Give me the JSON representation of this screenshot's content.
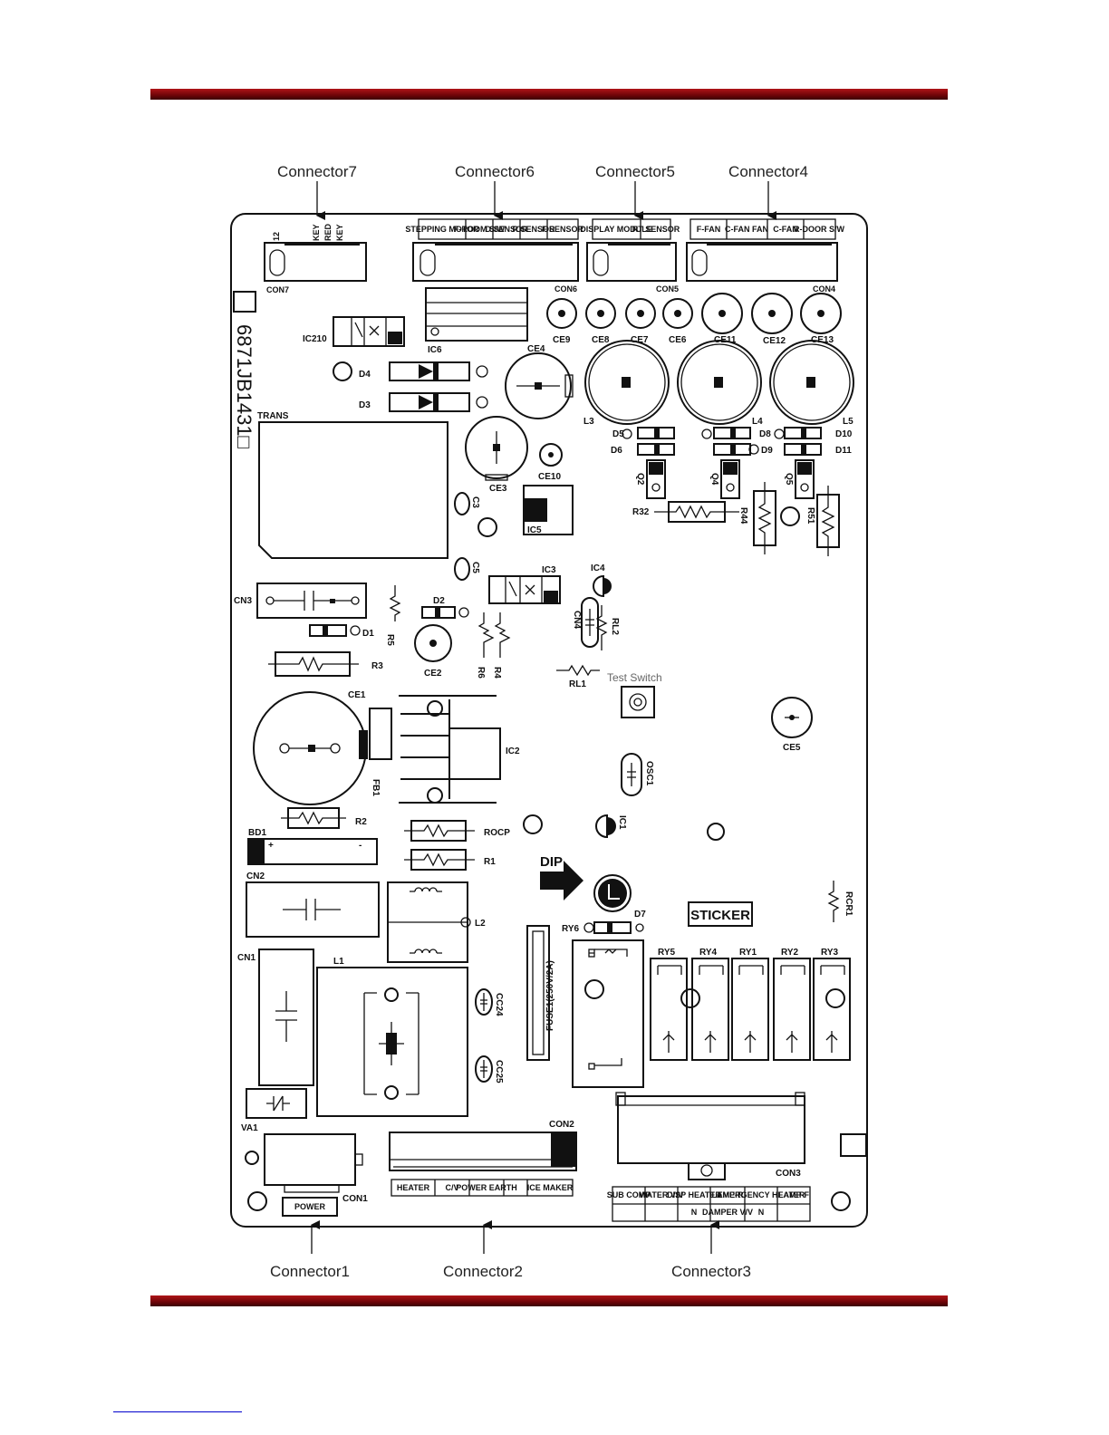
{
  "colors": {
    "rule": "#8b0a0e",
    "ink": "#111111",
    "test_switch": "#666666",
    "footnote": "#0000cc"
  },
  "board_number": "6871JB1431□",
  "top_connectors": [
    "Connector7",
    "Connector6",
    "Connector5",
    "Connector4"
  ],
  "bottom_connectors": [
    "Connector1",
    "Connector2",
    "Connector3"
  ],
  "con7_pins": [
    "12",
    "KEY",
    "RED",
    "KEY"
  ],
  "con6_pins": [
    "STEPPING MOTOR",
    "F-ROOM S/W",
    "D SENSOR",
    "R SENSOR",
    "F SENSOR"
  ],
  "con5_pins": [
    "DISPLAY MODULE",
    "RT SENSOR"
  ],
  "con4_pins": [
    "F-FAN",
    "C-FAN FAN",
    "C-FAN",
    "R-DOOR S/W"
  ],
  "con1_pins": [
    "POWER"
  ],
  "con2_pins": [
    "HEATER",
    "C/V",
    "POWER EARTH",
    "",
    "ICE MAKER"
  ],
  "con3_pins_top": [
    "SUB COMP",
    "WATER V/V",
    "DISP HEATER",
    "LAMP-R",
    "EMERGENCY HEATER",
    "LAMP-F"
  ],
  "con3_pins_bottom": [
    "",
    "",
    "N",
    "DAMPER V/V",
    "N",
    ""
  ],
  "labels": {
    "con7": "CON7",
    "con6": "CON6",
    "con5": "CON5",
    "con4": "CON4",
    "ic210": "IC210",
    "ic6": "IC6",
    "ce4": "CE4",
    "ce9": "CE9",
    "ce8": "CE8",
    "ce7": "CE7",
    "ce6": "CE6",
    "ce11": "CE11",
    "ce12": "CE12",
    "ce13": "CE13",
    "d4": "D4",
    "d3": "D3",
    "trans": "TRANS",
    "ce3": "CE3",
    "ce10": "CE10",
    "ic5": "IC5",
    "l3": "L3",
    "l4": "L4",
    "l5": "L5",
    "d5": "D5",
    "d6": "D6",
    "d8": "D8",
    "d9": "D9",
    "d10": "D10",
    "d11": "D11",
    "q2": "Q2",
    "q4": "Q4",
    "q5": "Q5",
    "r32": "R32",
    "r44": "R44",
    "r51": "R51",
    "c3": "C3",
    "c5": "C5",
    "ic3": "IC3",
    "ic4": "IC4",
    "cn3": "CN3",
    "d2": "D2",
    "d1": "D1",
    "r5": "R5",
    "ce2": "CE2",
    "r6": "R6",
    "r4": "R4",
    "cn4": "CN4",
    "rl2": "RL2",
    "rl1": "RL1",
    "r3": "R3",
    "ce1": "CE1",
    "fb1": "FB1",
    "ic2": "IC2",
    "osc1": "OSC1",
    "ce5": "CE5",
    "r2": "R2",
    "rocp": "ROCP",
    "r1": "R1",
    "ic1": "IC1",
    "bd1": "BD1",
    "cn2": "CN2",
    "l2": "L2",
    "rcr1": "RCR1",
    "d7": "D7",
    "ry6": "RY6",
    "fuse": "FUSE1(250V/2A)",
    "ry5": "RY5",
    "ry4": "RY4",
    "ry1": "RY1",
    "ry2": "RY2",
    "ry3": "RY3",
    "cn1": "CN1",
    "l1": "L1",
    "cc24": "CC24",
    "cc25": "CC25",
    "va1": "VA1",
    "con2": "CON2",
    "con3": "CON3",
    "con1": "CON1"
  },
  "test_switch": "Test Switch",
  "dip": "DIP",
  "sticker": "STICKER"
}
